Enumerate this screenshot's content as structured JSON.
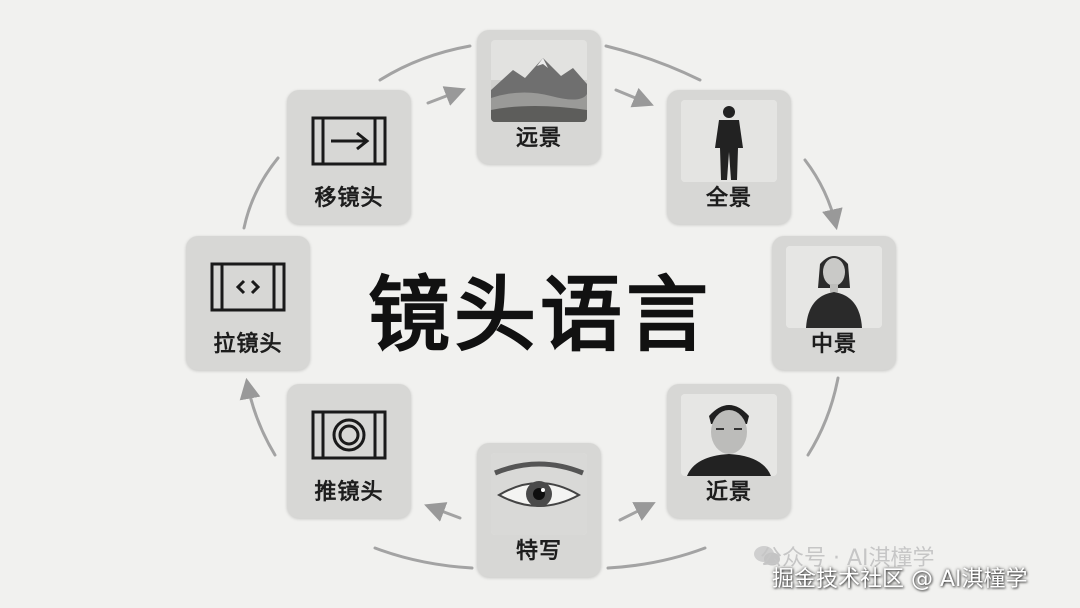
{
  "title": "镜头语言",
  "nodes": [
    {
      "key": "yuanjing",
      "label": "远景",
      "icon": "mountain-landscape-icon"
    },
    {
      "key": "quanjing",
      "label": "全景",
      "icon": "full-body-silhouette-icon"
    },
    {
      "key": "zhongjing",
      "label": "中景",
      "icon": "woman-medium-shot-icon"
    },
    {
      "key": "jinjing",
      "label": "近景",
      "icon": "man-closeup-icon"
    },
    {
      "key": "texie",
      "label": "特写",
      "icon": "eye-extreme-closeup-icon"
    },
    {
      "key": "tui",
      "label": "推镜头",
      "icon": "push-in-icon"
    },
    {
      "key": "la",
      "label": "拉镜头",
      "icon": "pull-out-icon"
    },
    {
      "key": "yi",
      "label": "移镜头",
      "icon": "pan-arrow-icon"
    }
  ],
  "watermark": {
    "line1": "公众号 · AI淇橦学",
    "line2": "掘金技术社区 @ AI淇橦学"
  },
  "colors": {
    "background": "#f1f1ef",
    "node": "#d7d7d5",
    "arrow": "#9a9a9a",
    "text": "#111111"
  }
}
